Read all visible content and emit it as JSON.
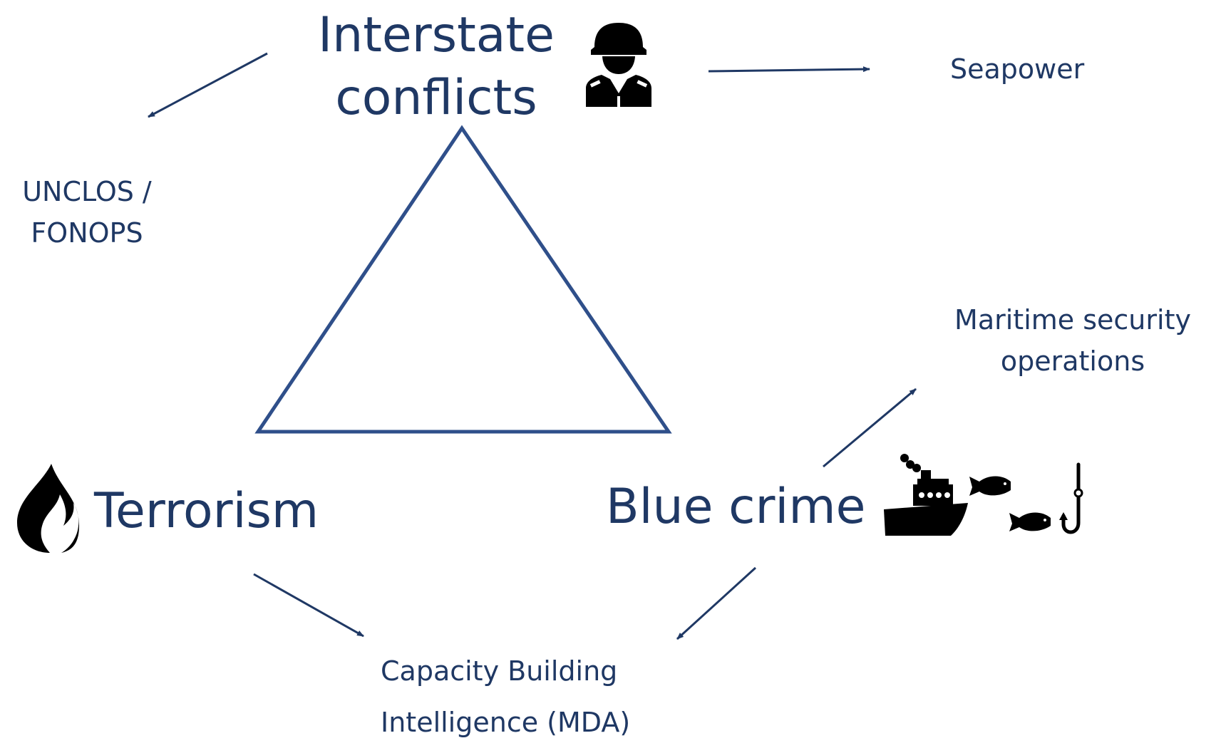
{
  "colors": {
    "text": "#1f3864",
    "shape": "#2f4f8a",
    "icon": "#000000",
    "background": "#ffffff"
  },
  "nodes": {
    "interstate": {
      "line1": "Interstate",
      "line2": "conflicts",
      "icon": "soldier-icon"
    },
    "terrorism": {
      "label": "Terrorism",
      "icon": "fire-icon"
    },
    "blue_crime": {
      "label": "Blue crime",
      "icons": [
        "ship-icon",
        "fish-hook-icon"
      ]
    }
  },
  "responses": {
    "seapower": "Seapower",
    "unclos": {
      "line1": "UNCLOS /",
      "line2": "FONOPS"
    },
    "maritime": {
      "line1": "Maritime security",
      "line2": "operations"
    },
    "capacity": {
      "line1": "Capacity Building",
      "line2": "Intelligence (MDA)"
    }
  },
  "arrows": [
    {
      "from": "interstate",
      "to": "seapower"
    },
    {
      "from": "interstate",
      "to": "unclos"
    },
    {
      "from": "blue_crime",
      "to": "maritime"
    },
    {
      "from": "terrorism",
      "to": "capacity"
    },
    {
      "from": "blue_crime",
      "to": "capacity"
    }
  ]
}
